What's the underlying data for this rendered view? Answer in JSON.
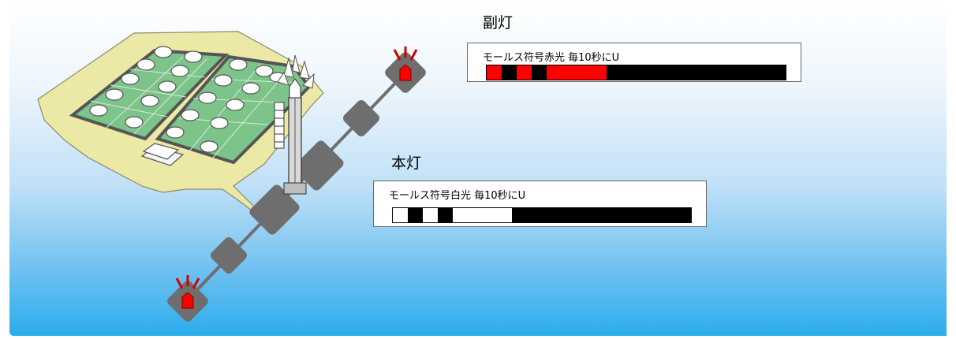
{
  "sub_light": {
    "heading": "副灯",
    "label": "モールス符号赤光 毎10秒にU",
    "color": "#ff0000",
    "pattern": [
      {
        "on": true,
        "duration": 1
      },
      {
        "on": false,
        "duration": 1
      },
      {
        "on": true,
        "duration": 1
      },
      {
        "on": false,
        "duration": 1
      },
      {
        "on": true,
        "duration": 4
      },
      {
        "on": false,
        "duration": 12
      }
    ]
  },
  "main_light": {
    "heading": "本灯",
    "label": "モールス符号白光 毎10秒にU",
    "color": "#ffffff",
    "pattern": [
      {
        "on": true,
        "duration": 1
      },
      {
        "on": false,
        "duration": 1
      },
      {
        "on": true,
        "duration": 1
      },
      {
        "on": false,
        "duration": 1
      },
      {
        "on": true,
        "duration": 4
      },
      {
        "on": false,
        "duration": 12
      }
    ]
  },
  "colors": {
    "breakwater": "#6e6e6e",
    "island_land": "#ece9a7",
    "tank_field": "#7cc48a",
    "red_lamp": "#ff0000"
  }
}
